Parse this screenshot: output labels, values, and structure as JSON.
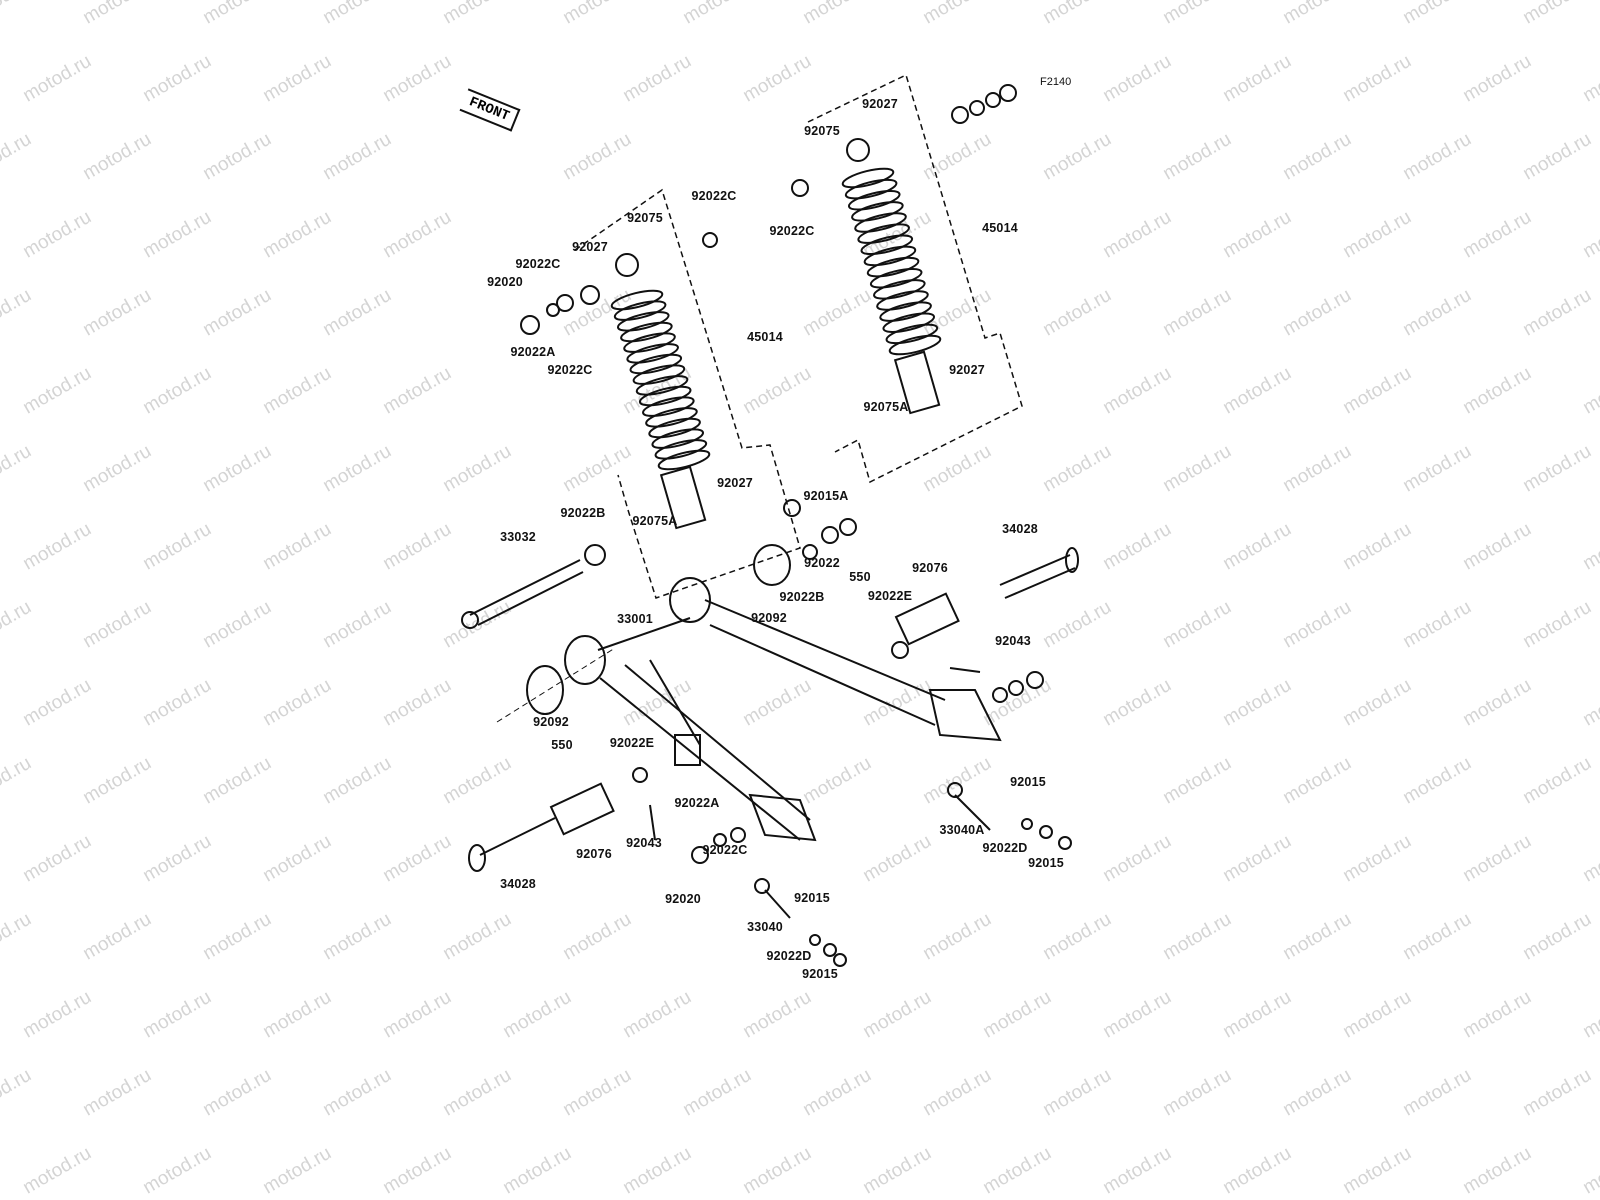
{
  "diagram_code": "F2140",
  "watermark": "motod.ru",
  "direction_marker": "FRONT",
  "callouts": [
    "92027",
    "92075",
    "92022C",
    "45014",
    "92027",
    "92075A",
    "92022C",
    "92075",
    "92027",
    "92022C",
    "92020",
    "92022A",
    "92022C",
    "45014",
    "92027",
    "92075A",
    "92022B",
    "33032",
    "92015A",
    "92022",
    "92022B",
    "92092",
    "550",
    "92022E",
    "92076",
    "34028",
    "92043",
    "33001",
    "92092",
    "550",
    "92022E",
    "92022A",
    "92022C",
    "92043",
    "92076",
    "34028",
    "92020",
    "33040",
    "92015",
    "92022D",
    "92015",
    "33040A",
    "92015",
    "92022D",
    "92015"
  ],
  "colors": {
    "ink": "#111111",
    "watermark": "#d4d4d4",
    "background": "#ffffff"
  }
}
